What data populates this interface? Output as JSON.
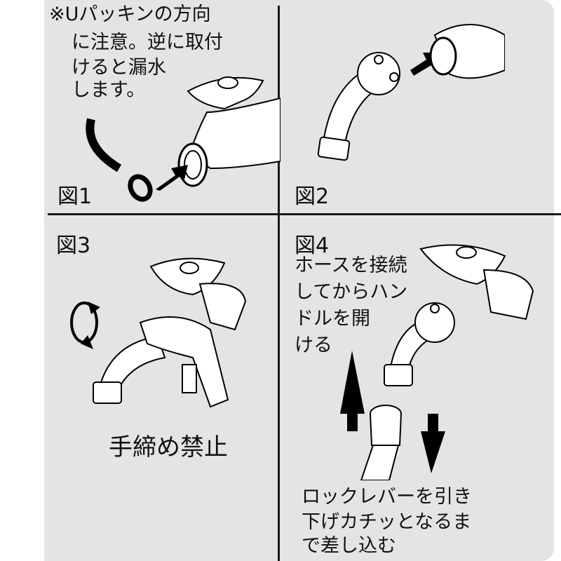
{
  "figure1": {
    "label": "図1",
    "note_lines": [
      "※Uパッキンの方向",
      "に注意。逆に取付",
      "けると漏水",
      "します。"
    ]
  },
  "figure2": {
    "label": "図2"
  },
  "figure3": {
    "label": "図3",
    "warning": "手締め禁止"
  },
  "figure4": {
    "label": "図4",
    "instruction_top_lines": [
      "ホースを接続",
      "してからハン",
      "ドルを開",
      "ける"
    ],
    "instruction_bottom_lines": [
      "ロックレバーを引き",
      "下げカチッとなるま",
      "で差し込む"
    ]
  }
}
